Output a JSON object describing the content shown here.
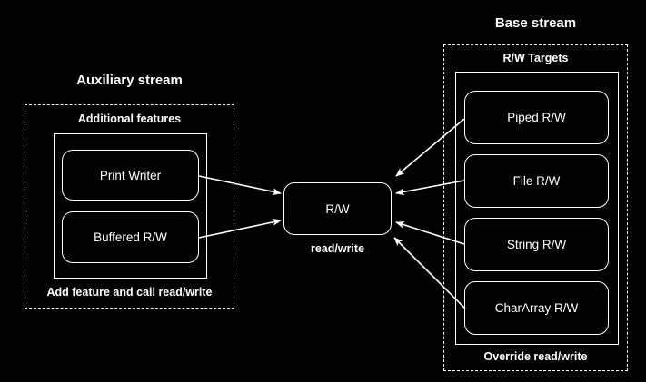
{
  "diagram": {
    "background": "#000000",
    "stroke": "#ffffff",
    "left_group": {
      "title": "Auxiliary stream",
      "inner_title": "Additional features",
      "caption": "Add feature and call read/write",
      "nodes": [
        {
          "label": "Print Writer"
        },
        {
          "label": "Buffered R/W"
        }
      ]
    },
    "center": {
      "node_label": "R/W",
      "caption": "read/write"
    },
    "right_group": {
      "title": "Base stream",
      "inner_title": "R/W Targets",
      "caption": "Override read/write",
      "nodes": [
        {
          "label": "Piped R/W"
        },
        {
          "label": "File R/W"
        },
        {
          "label": "String R/W"
        },
        {
          "label": "CharArray R/W"
        }
      ]
    },
    "arrows": [
      {
        "name": "print-writer-to-rw",
        "from": "Print Writer",
        "to": "R/W"
      },
      {
        "name": "buffered-rw-to-rw",
        "from": "Buffered R/W",
        "to": "R/W"
      },
      {
        "name": "piped-rw-to-rw",
        "from": "Piped R/W",
        "to": "R/W"
      },
      {
        "name": "file-rw-to-rw",
        "from": "File R/W",
        "to": "R/W"
      },
      {
        "name": "string-rw-to-rw",
        "from": "String R/W",
        "to": "R/W"
      },
      {
        "name": "chararray-rw-to-rw",
        "from": "CharArray R/W",
        "to": "R/W"
      }
    ]
  }
}
